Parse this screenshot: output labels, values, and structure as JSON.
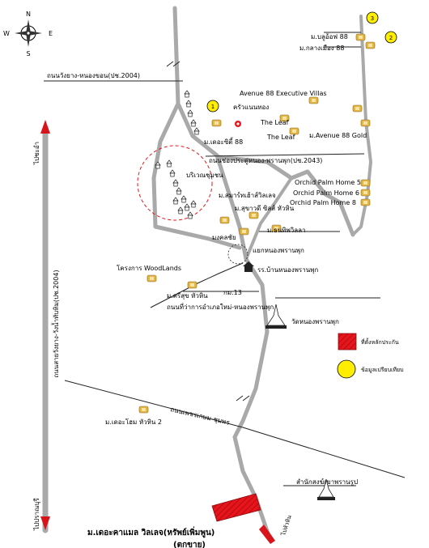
{
  "compass": {
    "n": "N",
    "s": "S",
    "e": "E",
    "w": "W"
  },
  "roads": {
    "top": "ถนนวังยาง-หนองขอน(ปช.2004)",
    "chongsi": "ถนนช่องประดู่หนอง-พรานพุก(ปช.2043)",
    "amphoe": "ถนนที่ว่าการอำเภอใหม่-หนองพรานพุก",
    "phetkasem": "ถนนเพชรเกษม-ชุมพร",
    "vertical": "ถนนสายวังยาง-วังน้ำทับทิม(ปช.2004)"
  },
  "direction_labels": {
    "top": "ไปชะอำ",
    "bottom": "ไปปราณบุรี",
    "huahin": "ไปหัวหิน"
  },
  "places": {
    "baan_louis": "ม.บลูอ้อฟ 88",
    "klang_mueang": "ม.กลางเมือง 88",
    "avenue_villas": "Avenue 88 Executive Villas",
    "khrua": "ครัวแนนทอง",
    "the_city": "ม.เดอะซิตี้ 88",
    "the_leaf1": "The Leaf",
    "the_leaf2": "The Leaf",
    "avenue_gold": "ม.Avenue 88 Gold",
    "community": "บริเวณชุมชน",
    "smart_village": "ม.สมาร์ทเฮ้าส์วิลเลจ",
    "sukhawadee": "ม.สุขาวดี ซิลส์ หัวหิน",
    "mongkhon": "มงคลชัย",
    "tanathip": "ม.ธนทิพวิลลา",
    "orchid1": "Orchid Palm Home 5",
    "orchid2": "Orchid Palm Home 6",
    "orchid3": "Orchid Palm Home 8",
    "intersection": "แยกหนองพรานพุก",
    "school": "รร.บ้านหนองพรานพุก",
    "woodlands": "โครงการ WoodLands",
    "srisuk": "ม.ศรีสุข หัวหิน",
    "km13": "กม.13",
    "temple": "วัดหนองพรานพุก",
    "the_home": "ม.เดอะโฮม หัวหิน 2",
    "monk_office": "สำนักสงฆ์เขาพรานรูป",
    "project": "ม.เดอะคาแมล วิลเลจ(หรัพย์เพิ่มพูน)",
    "project_sub": "(ตกขาย)"
  },
  "markers": {
    "m1": "1",
    "m2": "2",
    "m3": "3"
  },
  "legend": {
    "location": "ที่ตั้งหลักประกัน",
    "comparables": "ข้อมูลเปรียบเทียบ",
    "location_color": "#e8141b",
    "comparable_color": "#ffee00"
  },
  "colors": {
    "road": "#a9a9a9",
    "arrow": "#d8141b",
    "house": "#e3b64a",
    "circle": "#e8141b"
  }
}
